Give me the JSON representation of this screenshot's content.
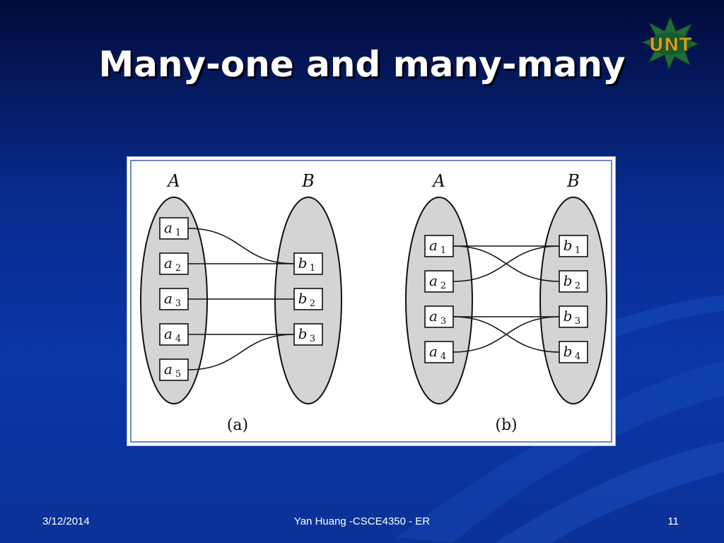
{
  "slide": {
    "title": "Many-one and many-many",
    "date": "3/12/2014",
    "footer": "Yan Huang -CSCE4350 - ER",
    "page_number": "11"
  },
  "logo": {
    "text": "UNT",
    "icon": "unt-eagle-logo-icon"
  },
  "colors": {
    "background": "#0a36a8",
    "ellipse": "#d4d4d4",
    "frame": "#6f86c3"
  },
  "figures": [
    {
      "caption": "(a)",
      "left_set": {
        "label": "A",
        "nodes": [
          {
            "base": "a",
            "sub": "1"
          },
          {
            "base": "a",
            "sub": "2"
          },
          {
            "base": "a",
            "sub": "3"
          },
          {
            "base": "a",
            "sub": "4"
          },
          {
            "base": "a",
            "sub": "5"
          }
        ]
      },
      "right_set": {
        "label": "B",
        "nodes": [
          {
            "base": "b",
            "sub": "1"
          },
          {
            "base": "b",
            "sub": "2"
          },
          {
            "base": "b",
            "sub": "3"
          }
        ]
      },
      "edges": [
        [
          0,
          0
        ],
        [
          1,
          0
        ],
        [
          2,
          1
        ],
        [
          3,
          2
        ],
        [
          4,
          2
        ]
      ]
    },
    {
      "caption": "(b)",
      "left_set": {
        "label": "A",
        "nodes": [
          {
            "base": "a",
            "sub": "1"
          },
          {
            "base": "a",
            "sub": "2"
          },
          {
            "base": "a",
            "sub": "3"
          },
          {
            "base": "a",
            "sub": "4"
          }
        ]
      },
      "right_set": {
        "label": "B",
        "nodes": [
          {
            "base": "b",
            "sub": "1"
          },
          {
            "base": "b",
            "sub": "2"
          },
          {
            "base": "b",
            "sub": "3"
          },
          {
            "base": "b",
            "sub": "4"
          }
        ]
      },
      "edges": [
        [
          0,
          0
        ],
        [
          0,
          1
        ],
        [
          1,
          0
        ],
        [
          2,
          2
        ],
        [
          2,
          3
        ],
        [
          3,
          2
        ]
      ]
    }
  ]
}
